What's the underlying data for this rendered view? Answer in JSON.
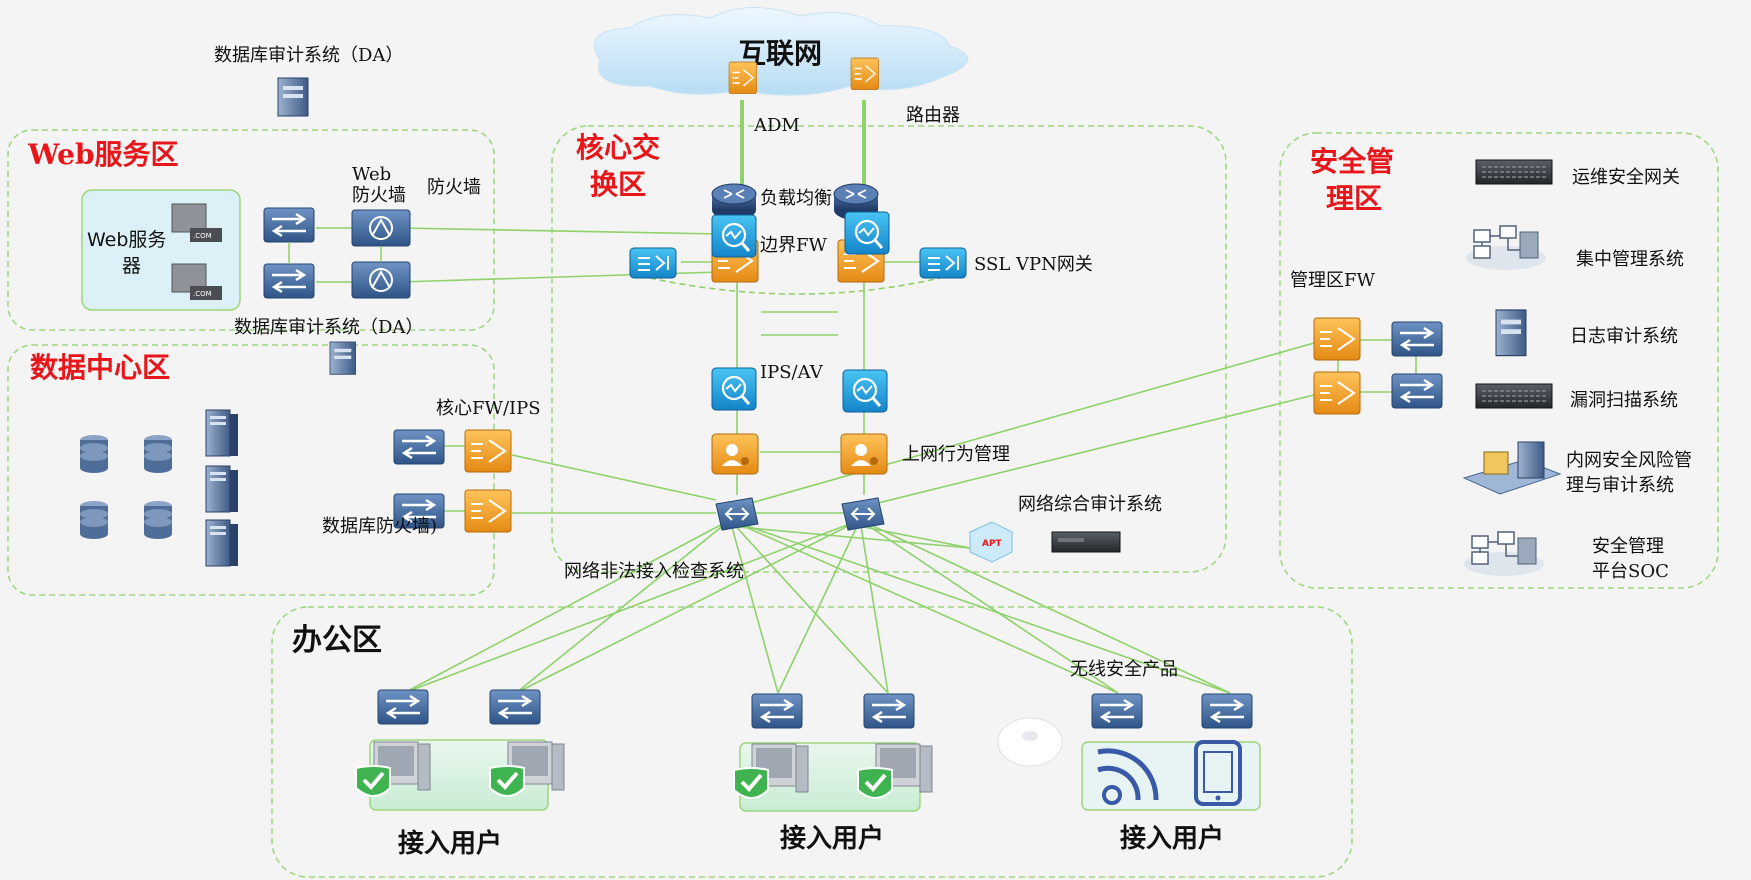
{
  "zones": {
    "internet": "互联网",
    "web": "Web服务区",
    "core_1": "核心交",
    "core_2": "换区",
    "datacenter": "数据中心区",
    "security_1": "安全管",
    "security_2": "理区",
    "office": "办公区"
  },
  "labels": {
    "da_top": "数据库审计系统（DA）",
    "da_mid": "数据库审计系统（DA）",
    "web_fw_1": "Web",
    "web_fw_2": "防火墙",
    "fw": "防火墙",
    "web_server_1": "Web服务",
    "web_server_2": "器",
    "adm": "ADM",
    "router": "路由器",
    "load_balance": "负载均衡",
    "border_fw": "边界FW",
    "ssl_vpn": "SSL VPN网关",
    "ips_av": "IPS/AV",
    "behavior_mgmt": "上网行为管理",
    "net_audit": "网络综合审计系统",
    "illegal_access": "网络非法接入检查系统",
    "core_fw_ips": "核心FW/IPS",
    "db_firewall": "数据库防火墙)",
    "mgmt_fw": "管理区FW",
    "ops_gateway": "运维安全网关",
    "central_mgmt": "集中管理系统",
    "log_audit": "日志审计系统",
    "vuln_scan": "漏洞扫描系统",
    "intranet_risk_1": "内网安全风险管",
    "intranet_risk_2": "理与审计系统",
    "soc_1": "安全管理",
    "soc_2": "平台SOC",
    "wireless": "无线安全产品",
    "access_user_1": "接入用户",
    "access_user_2": "接入用户",
    "access_user_3": "接入用户",
    "server_com": ".COM",
    "apt": "APT"
  },
  "colors": {
    "zone_red": "#e8161a",
    "link_green": "#8fd16a",
    "dashed_zone": "#9cd57c",
    "firewall_orange": "#f2a228",
    "device_blue": "#3d6aa3",
    "ips_blue": "#1e9fe0"
  }
}
